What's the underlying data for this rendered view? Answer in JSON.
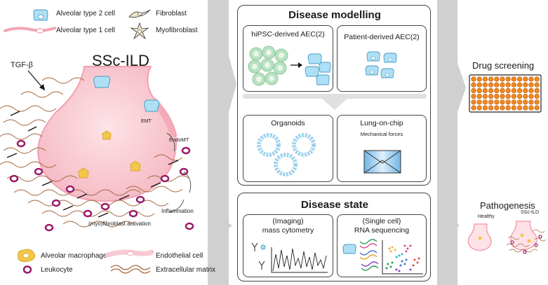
{
  "legend_top": {
    "at2": "Alveolar type 2 cell",
    "at1": "Alveolar type 1 cell",
    "fibroblast": "Fibroblast",
    "myofibroblast": "Myofibroblast"
  },
  "legend_bottom": {
    "macrophage": "Alveolar macrophage",
    "leukocyte": "Leukocyte",
    "endothelial": "Endothelial cell",
    "ecm": "Extracellular matrix"
  },
  "left_panel": {
    "title": "SSc-ILD",
    "tgf": "TGF-β",
    "emt": "EMT",
    "endomt": "EndoMT",
    "inflammation": "Inflammation",
    "activation": "(myo)fibroblast activation"
  },
  "disease_modelling": {
    "title": "Disease modelling",
    "hipsc": "hiPSC-derived AEC(2)",
    "patient": "Patient-derived AEC(2)",
    "organoids": "Organoids",
    "lungchip": "Lung-on-chip",
    "mechanical": "Mechanical forces"
  },
  "disease_state": {
    "title": "Disease state",
    "imaging_line1": "(Imaging)",
    "imaging_line2": "mass cytometry",
    "single_line1": "(Single cell)",
    "single_line2": "RNA sequencing"
  },
  "right": {
    "drug_screening": "Drug screening",
    "pathogenesis": "Pathogenesis",
    "healthy": "Healthy",
    "sscild": "SSc-ILD"
  },
  "colors": {
    "arrow_gray": "#d0d0d0",
    "alveolus_pink": "#f7c9d0",
    "at2_blue": "#aee0f5",
    "ipsc_green": "#b8e2c1",
    "macrophage_yellow": "#f3c84a",
    "leukocyte_purple": "#9a1a6a",
    "ecm_brown": "#a5663e",
    "plate_orange": "#f08a1c"
  }
}
